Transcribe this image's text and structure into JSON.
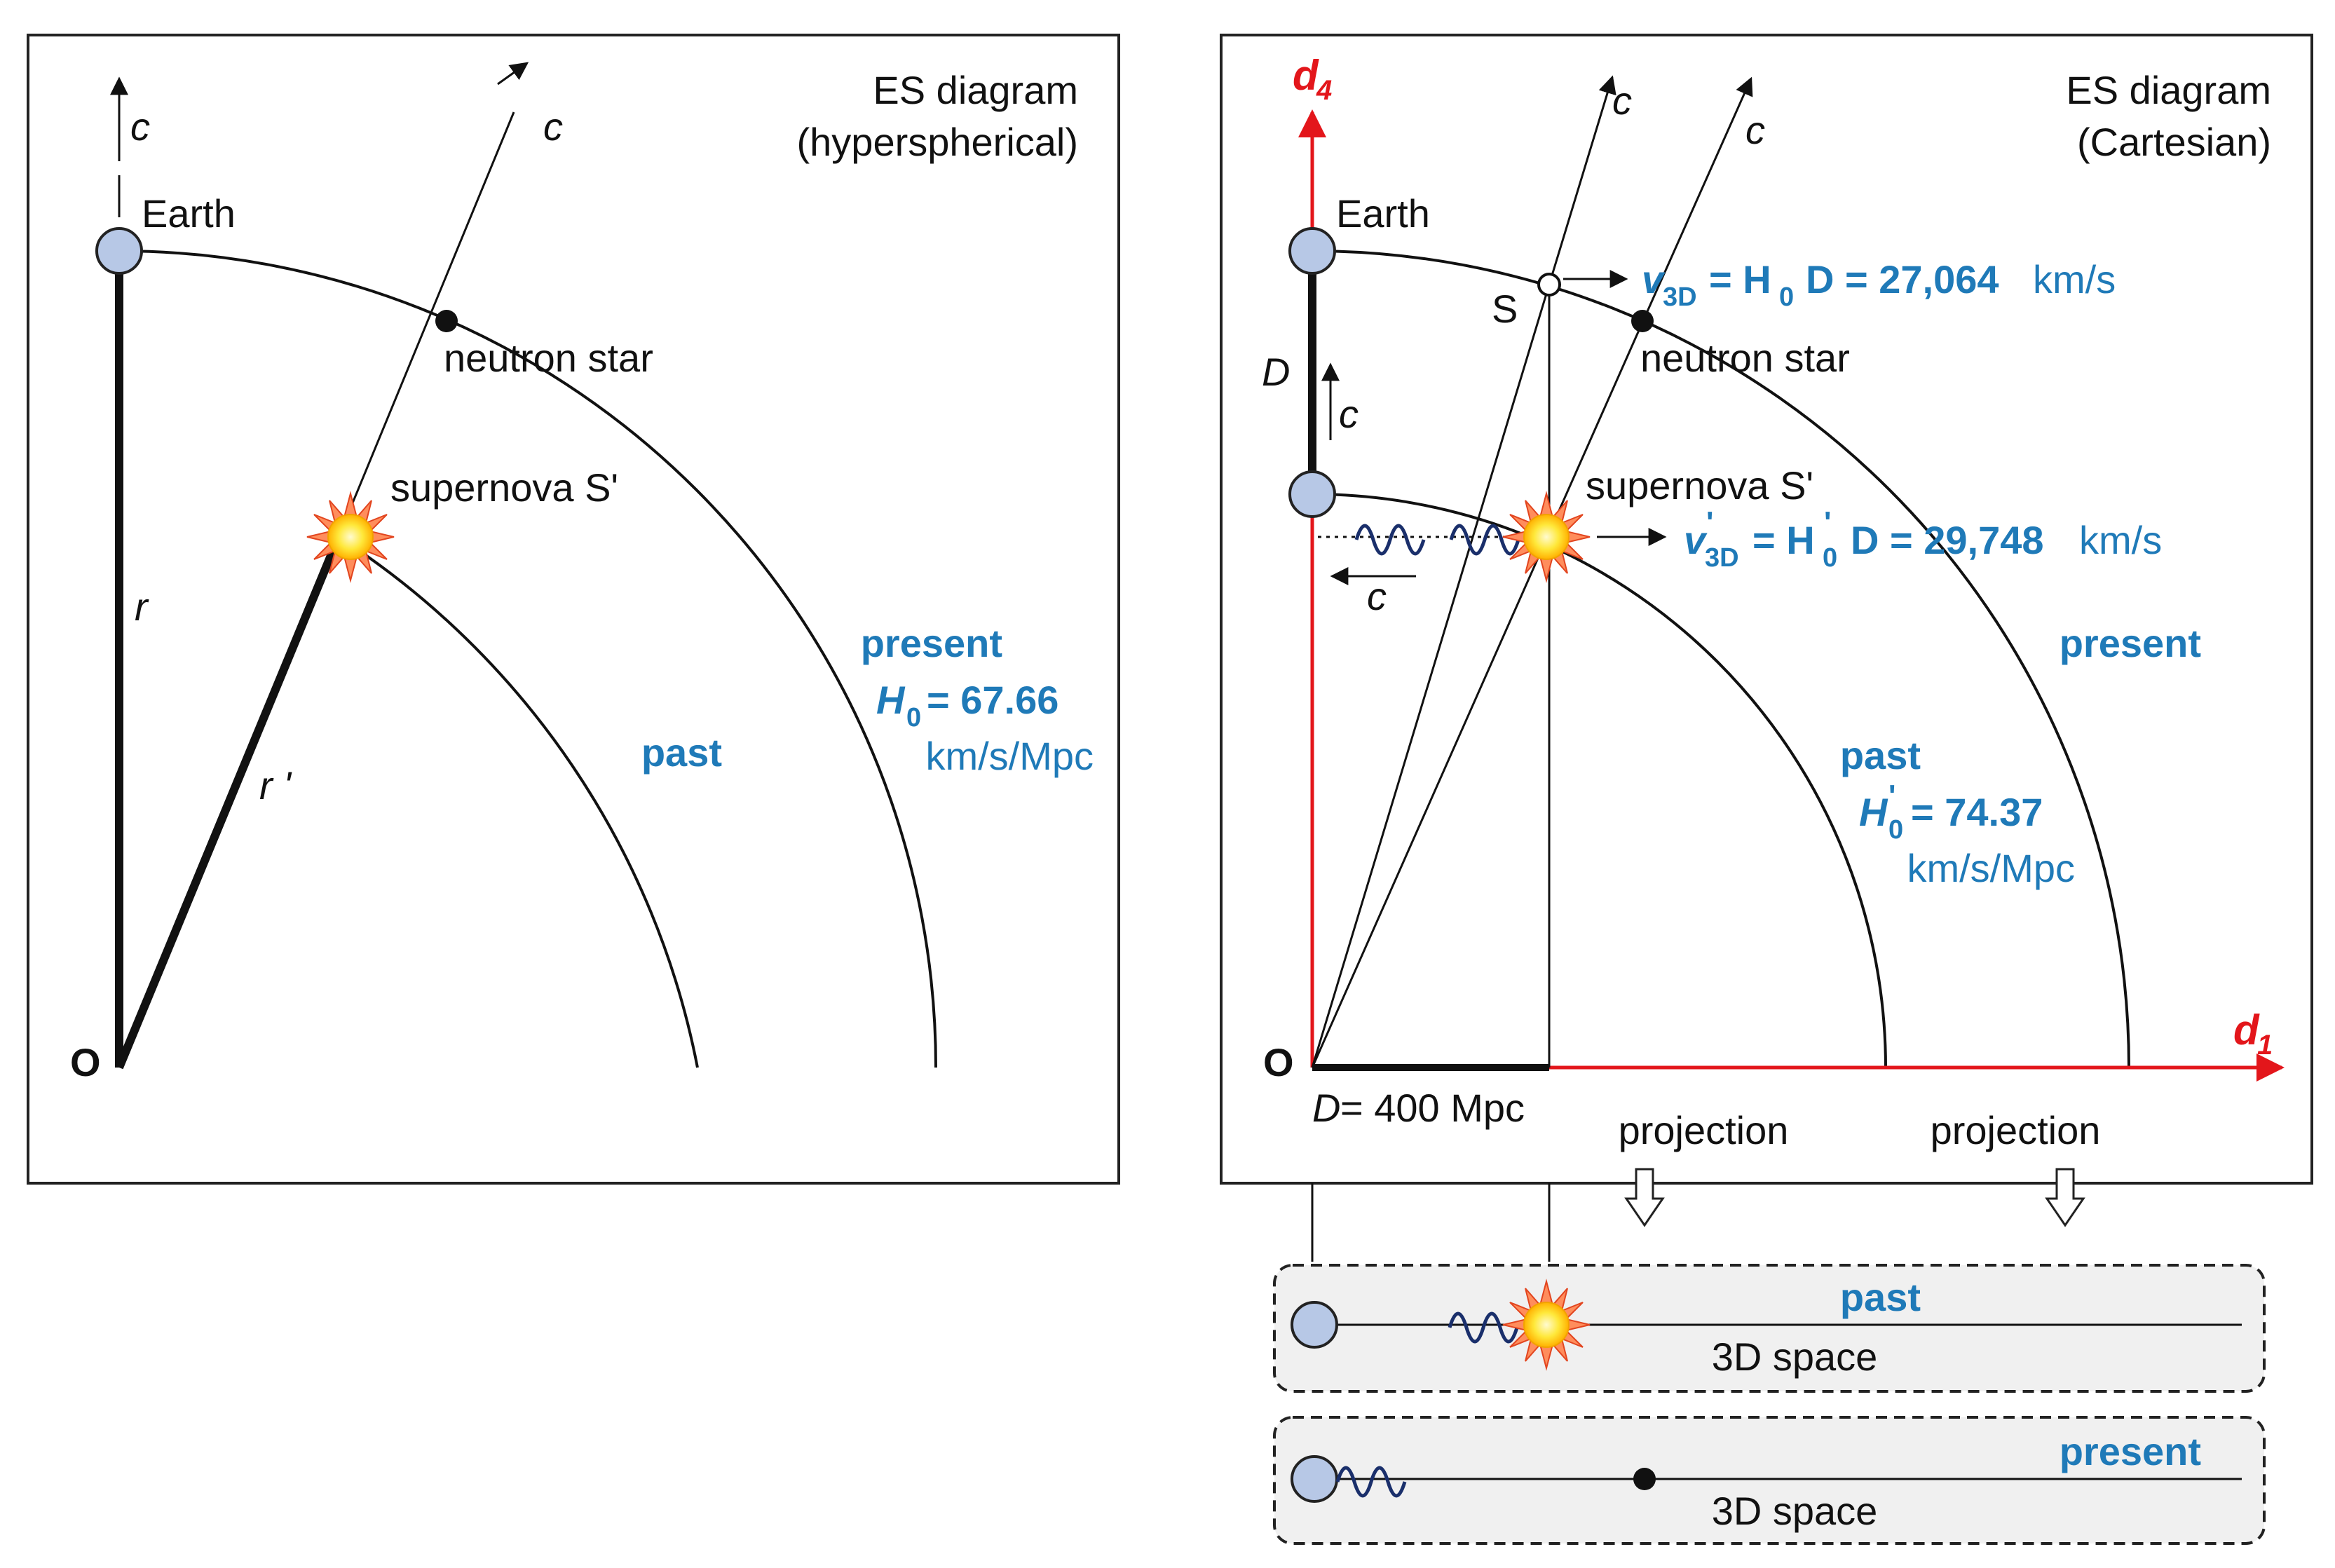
{
  "colors": {
    "accent_blue": "#1f7ab8",
    "axis_red": "#e3161b",
    "earth_fill": "#b7c8e6",
    "wave": "#1a2f6b",
    "panel_fill": "#f0f0f0"
  },
  "left_panel": {
    "title_line1": "ES diagram",
    "title_line2": "(hyperspherical)",
    "earth": "Earth",
    "neutron_star": "neutron star",
    "supernova": "supernova S'",
    "c": "c",
    "r": "r",
    "r_prime": "r '",
    "origin": "O",
    "present": "present",
    "past": "past",
    "h0_symbol": "H",
    "h0_sub": "0",
    "h0_value": "= 67.66",
    "unit": "km/s/Mpc"
  },
  "right_panel": {
    "title_line1": "ES diagram",
    "title_line2": "(Cartesian)",
    "axis_d4": "d",
    "axis_d4_sub": "4",
    "axis_d1": "d",
    "axis_d1_sub": "1",
    "earth": "Earth",
    "neutron_star": "neutron star",
    "supernova": "supernova S'",
    "s_label": "S",
    "c": "c",
    "d_label": "D",
    "origin": "O",
    "d_value": "= 400 Mpc",
    "present": "present",
    "past": "past",
    "v3d_symbol": "v",
    "v3d_sub": "3D",
    "v3d_eq": "= H",
    "v3d_eq_sub": "0",
    "v3d_value": "D = 27,064",
    "v3d_unit": "km/s",
    "vp_symbol": "v",
    "vp_prime": "'",
    "vp_sub": "3D",
    "vp_eq": "= H",
    "vp_eq_prime": "'",
    "vp_eq_sub": "0",
    "vp_value": "D = 29,748",
    "vp_unit": "km/s",
    "h0p_symbol": "H",
    "h0p_prime": "'",
    "h0p_sub": "0",
    "h0p_value": "= 74.37",
    "unit": "km/s/Mpc",
    "projection_1": "projection",
    "projection_2": "projection"
  },
  "bottom_panels": {
    "past_label": "past",
    "past_space": "3D space",
    "present_label": "present",
    "present_space": "3D space"
  }
}
